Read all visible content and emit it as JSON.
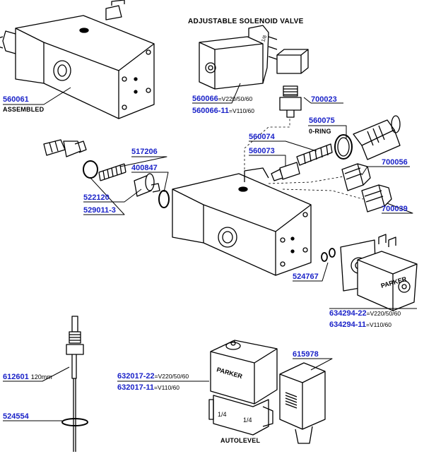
{
  "title": "ADJUSTABLE SOLENOID VALVE",
  "captions": {
    "assembled": "ASSEMBLED",
    "oring": "0-RING",
    "autolevel": "AUTOLEVEL",
    "length_120": "120mm"
  },
  "parts": [
    {
      "code": "560061"
    },
    {
      "code": "560066",
      "suffix": "=V220/50/60"
    },
    {
      "code": "560066-11",
      "suffix": "=V110/60"
    },
    {
      "code": "700023"
    },
    {
      "code": "560075"
    },
    {
      "code": "560074"
    },
    {
      "code": "560073"
    },
    {
      "code": "517206"
    },
    {
      "code": "400847"
    },
    {
      "code": "522120"
    },
    {
      "code": "529011-3"
    },
    {
      "code": "700056"
    },
    {
      "code": "700039"
    },
    {
      "code": "524767"
    },
    {
      "code": "634294-22",
      "suffix": "=V220/50/60"
    },
    {
      "code": "634294-11",
      "suffix": "=V110/60"
    },
    {
      "code": "612601"
    },
    {
      "code": "524554"
    },
    {
      "code": "632017-22",
      "suffix": "=V220/50/60"
    },
    {
      "code": "632017-11",
      "suffix": "=V110/60"
    },
    {
      "code": "615978"
    }
  ],
  "drawing_text": {
    "brand": "PARKER",
    "port_in": "1/4",
    "port_out": "1/4",
    "port_top": "1/8"
  },
  "colors": {
    "part_number": "#1a22c8",
    "line": "#000000",
    "leader": "#000000"
  }
}
